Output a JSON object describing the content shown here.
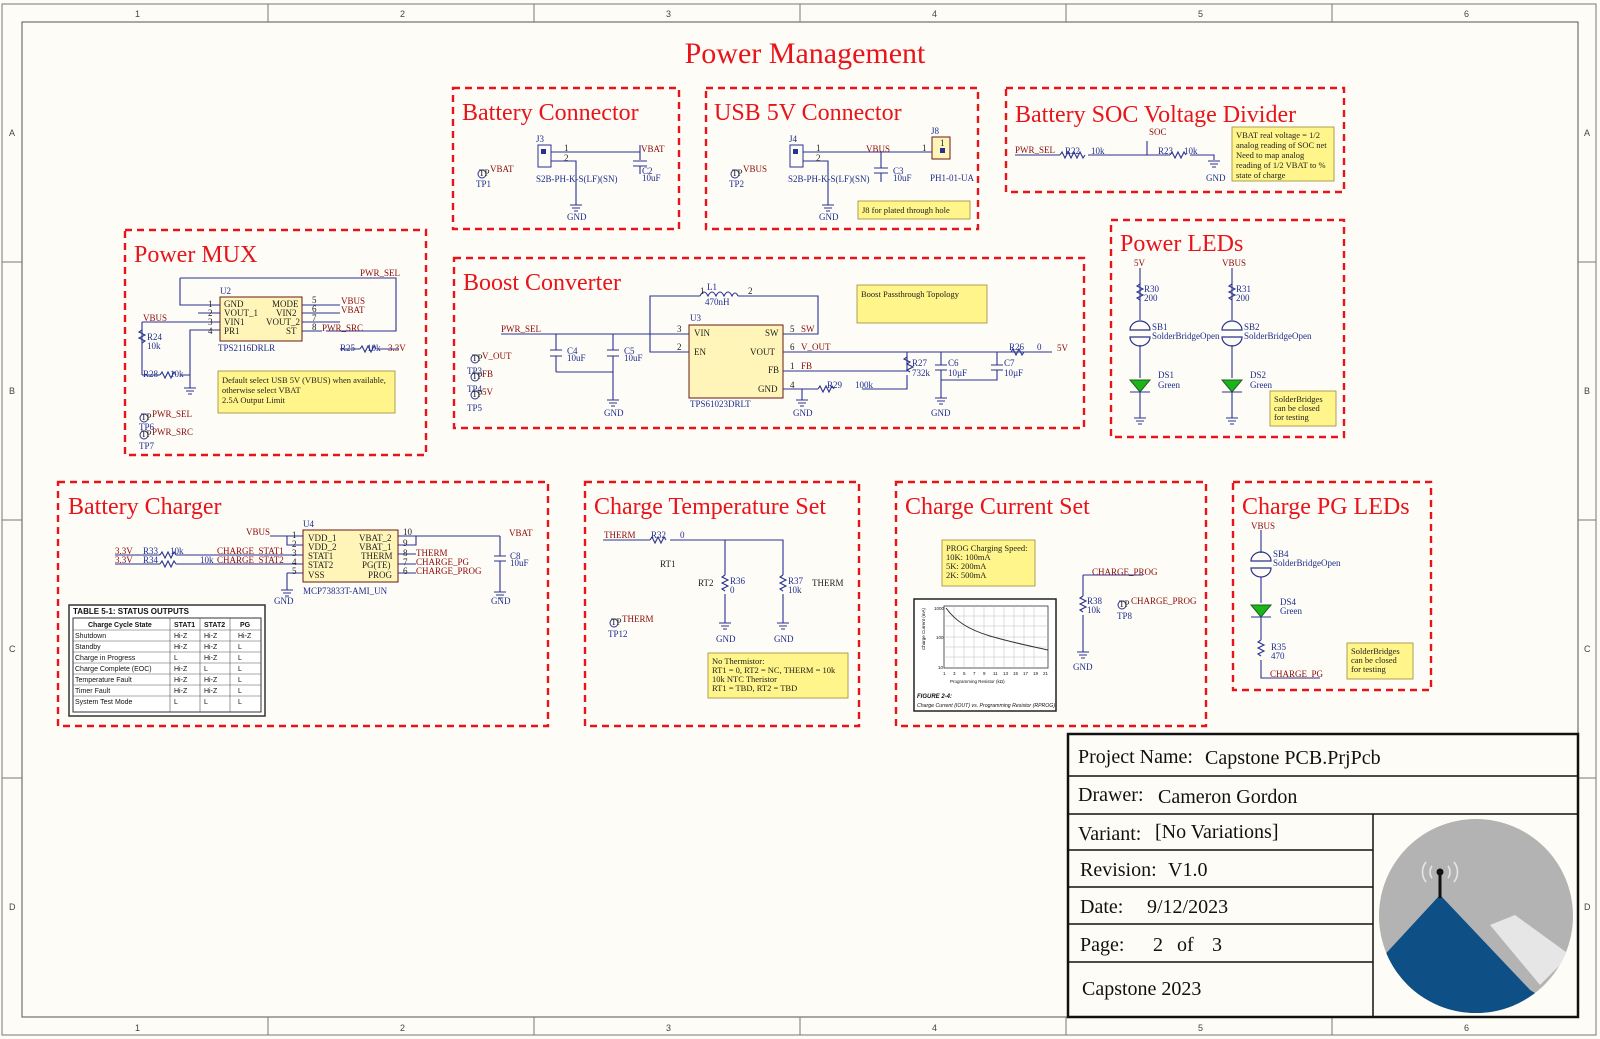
{
  "sheet": {
    "title": "Power Management",
    "col_labels": [
      "1",
      "2",
      "3",
      "4",
      "5",
      "6"
    ],
    "row_labels": [
      "A",
      "B",
      "C",
      "D"
    ]
  },
  "blocks": {
    "battery_connector": {
      "title": "Battery Connector",
      "texts": [
        "J3",
        "1",
        "2",
        "S2B-PH-K-S(LF)(SN)",
        "VBAT",
        "C2",
        "10uF",
        "GND",
        "TP",
        "VBAT",
        "TP1"
      ]
    },
    "usb_connector": {
      "title": "USB 5V Connector",
      "texts": [
        "J4",
        "1",
        "2",
        "S2B-PH-K-S(LF)(SN)",
        "VBUS",
        "C3",
        "10uF",
        "J8",
        "1",
        "1",
        "PH1-01-UA",
        "GND",
        "TP",
        "VBUS",
        "TP2"
      ],
      "note": "J8 for plated through hole"
    },
    "soc_divider": {
      "title": "Battery SOC Voltage Divider",
      "texts": [
        "PWR_SEL",
        "R22",
        "10k",
        "SOC",
        "R23",
        "10k",
        "GND"
      ],
      "note": [
        "VBAT real voltage = 1/2",
        "analog reading of SOC net",
        "Need to map analog",
        "reading of 1/2 VBAT to %",
        "state of charge"
      ]
    },
    "power_mux": {
      "title": "Power MUX",
      "texts": [
        "PWR_SEL",
        "U2",
        "1",
        "2",
        "3",
        "4",
        "GND",
        "VOUT_1",
        "VIN1",
        "PR1",
        "MODE",
        "VIN2",
        "VOUT_2",
        "ST",
        "5",
        "6",
        "7",
        "8",
        "VBUS",
        "VBAT",
        "PWR_SRC",
        "VBUS",
        "R24",
        "10k",
        "TPS2116DRLR",
        "R25",
        "10k",
        "3.3V",
        "R28",
        "10k",
        "TP",
        "PWR_SEL",
        "TP6",
        "TP",
        "PWR_SRC",
        "TP7"
      ],
      "note": [
        "Default select USB 5V (VBUS) when available,",
        "otherwise select VBAT",
        "2.5A Output Limit"
      ]
    },
    "boost": {
      "title": "Boost Converter",
      "texts": [
        "L1",
        "1",
        "470nH",
        "2",
        "PWR_SEL",
        "3",
        "VIN",
        "SW",
        "5",
        "SW",
        "C4",
        "10uF",
        "C5",
        "10uF",
        "2",
        "EN",
        "VOUT",
        "6",
        "V_OUT",
        "FB",
        "1",
        "FB",
        "GND",
        "4",
        "R29",
        "100k",
        "U3",
        "TPS61023DRLT",
        "GND",
        "GND",
        "R27",
        "732k",
        "C6",
        "10µF",
        "R26",
        "0",
        "5V",
        "C7",
        "10µF",
        "GND",
        "TP",
        "V_OUT",
        "TP3",
        "TP",
        "FB",
        "TP4",
        "TP",
        "5V",
        "TP5"
      ],
      "note": "Boost Passthrough Topology"
    },
    "power_leds": {
      "title": "Power LEDs",
      "texts": [
        "5V",
        "VBUS",
        "R30",
        "200",
        "R31",
        "200",
        "SB1",
        "SolderBridgeOpen",
        "SB2",
        "SolderBridgeOpen",
        "DS1",
        "Green",
        "DS2",
        "Green"
      ],
      "note": [
        "SolderBridges",
        "can be closed",
        "for testing"
      ]
    },
    "battery_charger": {
      "title": "Battery Charger",
      "texts": [
        "U4",
        "VBUS",
        "1",
        "2",
        "3",
        "4",
        "5",
        "VDD_1",
        "VDD_2",
        "STAT1",
        "STAT2",
        "VSS",
        "VBAT_2",
        "VBAT_1",
        "THERM",
        "PG(TE)",
        "PROG",
        "10",
        "9",
        "8",
        "7",
        "6",
        "THERM",
        "CHARGE_PG",
        "CHARGE_PROG",
        "VBAT",
        "C8",
        "10uF",
        "3.3V",
        "R33",
        "10k",
        "CHARGE_STAT1",
        "3.3V",
        "R34",
        "10k",
        "CHARGE_STAT2",
        "GND",
        "MCP73833T-AMI_UN",
        "GND"
      ],
      "table": {
        "caption": "TABLE 5-1:      STATUS OUTPUTS",
        "headers": [
          "Charge Cycle State",
          "STAT1",
          "STAT2",
          "PG"
        ],
        "rows": [
          [
            "Shutdown",
            "Hi-Z",
            "Hi-Z",
            "Hi-Z"
          ],
          [
            "Standby",
            "Hi-Z",
            "Hi-Z",
            "L"
          ],
          [
            "Charge in Progress",
            "L",
            "Hi-Z",
            "L"
          ],
          [
            "Charge Complete (EOC)",
            "Hi-Z",
            "L",
            "L"
          ],
          [
            "Temperature Fault",
            "Hi-Z",
            "Hi-Z",
            "L"
          ],
          [
            "Timer Fault",
            "Hi-Z",
            "Hi-Z",
            "L"
          ],
          [
            "System Test Mode",
            "L",
            "L",
            "L"
          ]
        ]
      }
    },
    "charge_temp": {
      "title": "Charge Temperature Set",
      "texts": [
        "THERM",
        "R32",
        "0",
        "RT1",
        "RT2",
        "R36",
        "0",
        "R37",
        "10k",
        "THERM",
        "GND",
        "GND",
        "TP",
        "THERM",
        "TP12"
      ],
      "note": [
        "No Thermistor:",
        "RT1 = 0, RT2 = NC, THERM = 10k",
        "10k NTC Theristor",
        "RT1 = TBD, RT2 = TBD"
      ]
    },
    "charge_current": {
      "title": "Charge Current Set",
      "texts": [
        "CHARGE_PROG",
        "R38",
        "10k",
        "TP",
        "CHARGE_PROG",
        "TP8",
        "GND"
      ],
      "note": [
        "PROG Charging Speed:",
        "10K: 100mA",
        "5K: 200mA",
        "2K: 500mA"
      ],
      "figure": {
        "y_label": "Charge Current (mA)",
        "x_label": "Programming Resistor (kΩ)",
        "y_ticks": [
          "1000",
          "100",
          "10"
        ],
        "x_ticks": [
          "1",
          "3",
          "5",
          "7",
          "9",
          "11",
          "13",
          "15",
          "17",
          "19",
          "21"
        ],
        "caption_bold": "FIGURE 2-4:",
        "caption": "Charge Current (IOUT) vs. Programming Resistor (RPROG)."
      }
    },
    "pg_leds": {
      "title": "Charge PG LEDs",
      "texts": [
        "VBUS",
        "SB4",
        "SolderBridgeOpen",
        "DS4",
        "Green",
        "R35",
        "470",
        "CHARGE_PG"
      ],
      "note": [
        "SolderBridges",
        "can be closed",
        "for testing"
      ]
    }
  },
  "title_block": {
    "project_label": "Project Name:",
    "project_value": "Capstone PCB.PrjPcb",
    "drawer_label": "Drawer:",
    "drawer_value": "Cameron Gordon",
    "variant_label": "Variant:",
    "variant_value": "[No Variations]",
    "revision_label": "Revision:",
    "revision_value": "V1.0",
    "date_label": "Date:",
    "date_value": "9/12/2023",
    "page_label": "Page:",
    "page_value": "2",
    "page_of": "of",
    "page_total": "3",
    "footer": "Capstone 2023"
  },
  "colors": {
    "frame_title": "#e8141b",
    "wire": "#2a3190",
    "net_label": "#8b0a0a",
    "logo_blue": "#0e4f86",
    "logo_gray": "#b3b3b3"
  }
}
